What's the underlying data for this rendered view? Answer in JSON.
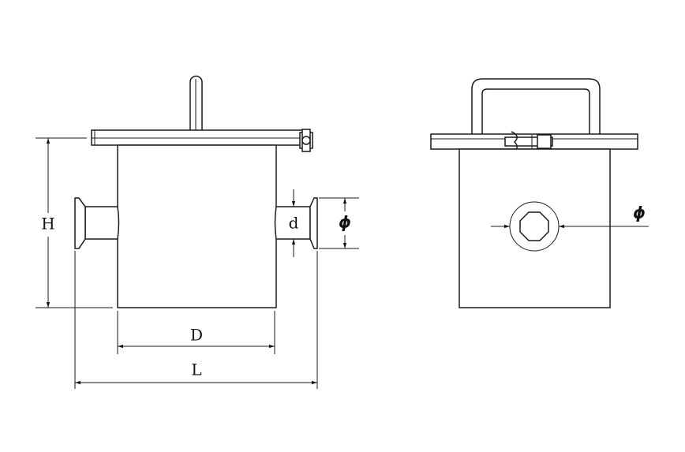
{
  "labels": {
    "height": "H",
    "body_diameter": "D",
    "overall_length": "L",
    "pipe_diameter": "d",
    "flange_diameter": "ϕ",
    "port_diameter": "ϕ"
  }
}
